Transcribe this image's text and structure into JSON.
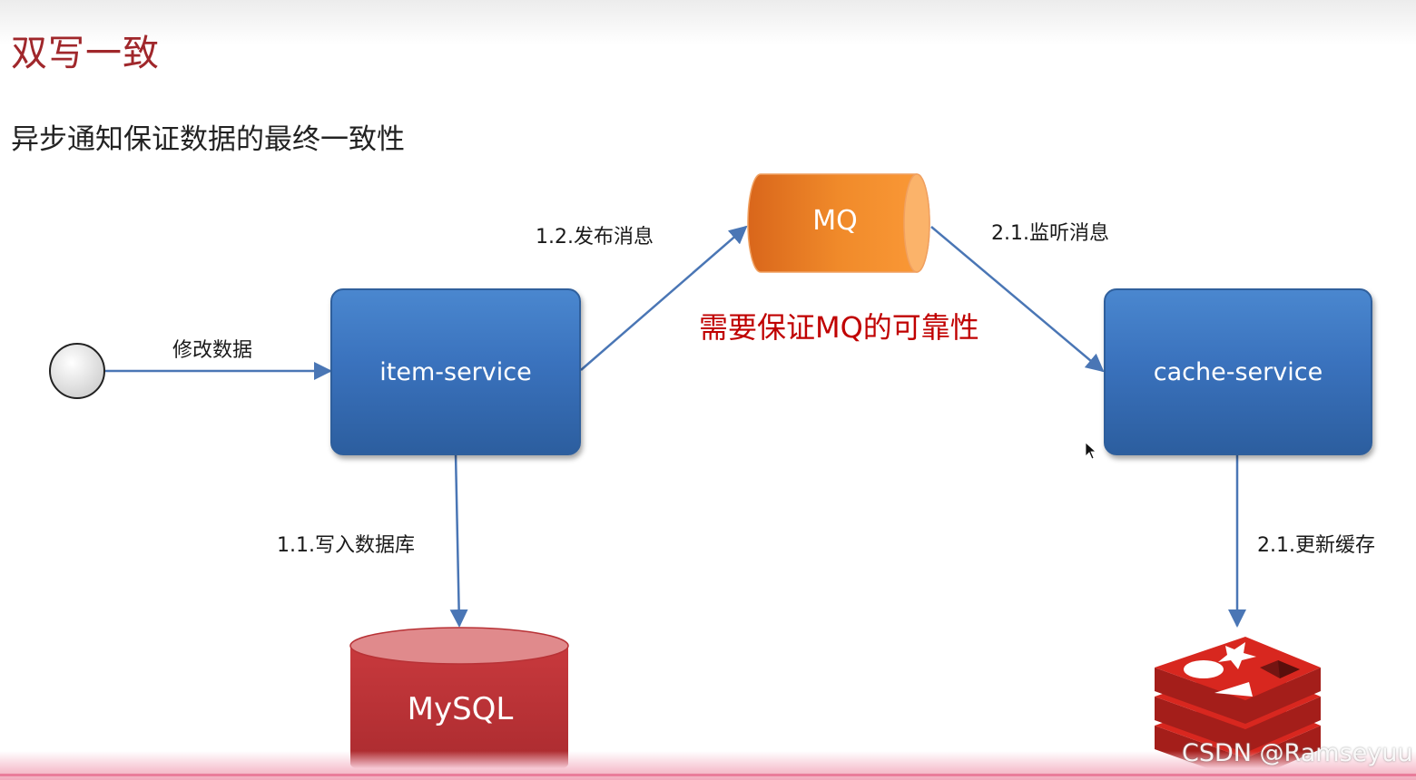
{
  "title": "双写一致",
  "subtitle": "异步通知保证数据的最终一致性",
  "nodes": {
    "item_service": "item-service",
    "cache_service": "cache-service",
    "mq": "MQ",
    "mysql": "MySQL"
  },
  "edges": {
    "modify": "修改数据",
    "publish": "1.2.发布消息",
    "listen": "2.1.监听消息",
    "write_db": "1.1.写入数据库",
    "update_cache": "2.1.更新缓存"
  },
  "note": "需要保证MQ的可靠性",
  "watermark": "CSDN @Ramseyuu",
  "icons": [
    "start-circle-icon",
    "redis-logo-icon",
    "cursor-icon"
  ],
  "colors": {
    "title": "#a0272b",
    "service_box": "#3a72bd",
    "mq": "#f08a2a",
    "mysql": "#c8393d",
    "redis": "#d8271f",
    "note": "#c00000",
    "arrow": "#4a76b5"
  }
}
